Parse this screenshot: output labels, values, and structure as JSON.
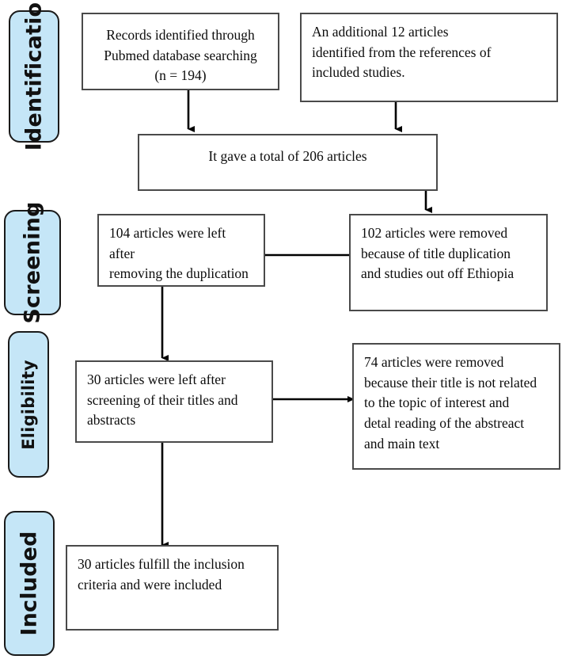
{
  "diagram": {
    "type": "prisma-flow-diagram",
    "title": "",
    "colors": {
      "stage_pill_fill": "#c5e6f7",
      "stage_pill_border": "#1a1a1a",
      "box_border": "#4a4a4a",
      "box_fill": "#ffffff",
      "arrow": "#000000",
      "text": "#0c0c0c"
    },
    "stages": [
      {
        "label": "Identificatio",
        "name": "identification"
      },
      {
        "label": "Screening",
        "name": "screening"
      },
      {
        "label": "Eligibility",
        "name": "eligibility"
      },
      {
        "label": "Included",
        "name": "included"
      }
    ],
    "boxes": {
      "records_identified": "Records identified through\nPubmed database searching\n(n = 194)",
      "additional_records": "An additional 12 articles\nidentified from the references of\nincluded studies.",
      "total_articles": "It gave a total of 206 articles",
      "after_duplicates": "104 articles were left after\nremoving the duplication",
      "removed_duplicates": "102 articles were removed\nbecause of title duplication\nand studies out off Ethiopia",
      "after_title_screening": "30 articles were left after\nscreening of their titles and\nabstracts",
      "removed_title_screening": "74 articles were removed\nbecause their title is not related\nto the topic of interest and\ndetal reading of the abstreact\nand main text",
      "included_final": "30 articles fulfill the inclusion\ncriteria and were included"
    },
    "counts": {
      "pubmed_records": 194,
      "additional_records": 12,
      "total_records": 206,
      "after_duplicate_removal": 104,
      "duplicates_removed": 102,
      "after_title_abstract_screening": 30,
      "removed_after_title_abstract": 74,
      "included": 30
    }
  }
}
